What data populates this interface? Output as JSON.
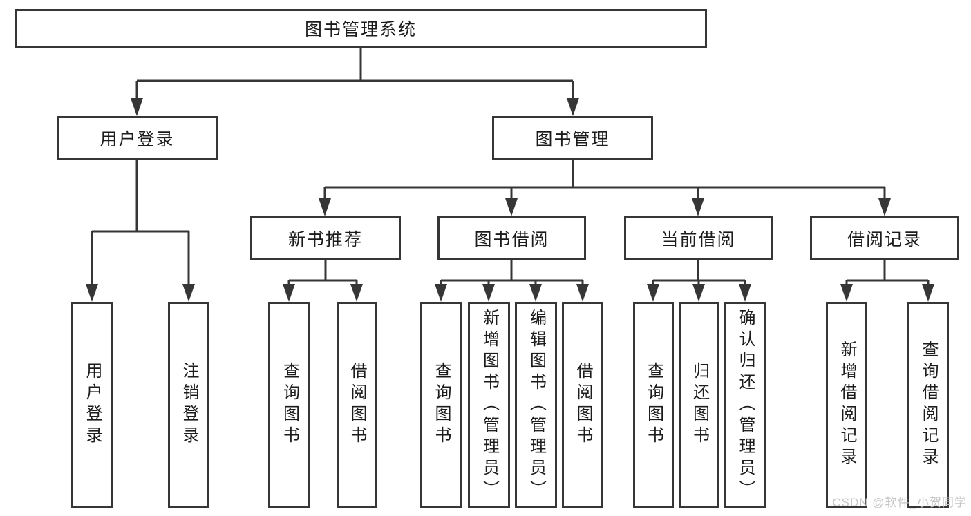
{
  "diagram": {
    "title_node": {
      "label": "图书管理系统"
    },
    "level2": [
      {
        "label": "用户登录",
        "parent": "图书管理系统"
      },
      {
        "label": "图书管理",
        "parent": "图书管理系统"
      }
    ],
    "level3": [
      {
        "label": "新书推荐",
        "parent": "图书管理"
      },
      {
        "label": "图书借阅",
        "parent": "图书管理"
      },
      {
        "label": "当前借阅",
        "parent": "图书管理"
      },
      {
        "label": "借阅记录",
        "parent": "图书管理"
      }
    ],
    "leaves": [
      {
        "label": "用户登录",
        "parent": "用户登录"
      },
      {
        "label": "注销登录",
        "parent": "用户登录"
      },
      {
        "label": "查询图书",
        "parent": "新书推荐"
      },
      {
        "label": "借阅图书",
        "parent": "新书推荐"
      },
      {
        "label": "查询图书",
        "parent": "图书借阅"
      },
      {
        "label": "新增图书（管理员）",
        "parent": "图书借阅"
      },
      {
        "label": "编辑图书（管理员）",
        "parent": "图书借阅"
      },
      {
        "label": "借阅图书",
        "parent": "图书借阅"
      },
      {
        "label": "查询图书",
        "parent": "当前借阅"
      },
      {
        "label": "归还图书",
        "parent": "当前借阅"
      },
      {
        "label": "确认归还（管理员）",
        "parent": "当前借阅"
      },
      {
        "label": "新增借阅记录",
        "parent": "借阅记录"
      },
      {
        "label": "查询借阅记录",
        "parent": "借阅记录"
      }
    ],
    "watermark": "CSDN @软件_小贺同学",
    "colors": {
      "line": "#363636",
      "text": "#1c1c1c",
      "background": "#ffffff",
      "watermark": "#c6c6c6"
    }
  }
}
